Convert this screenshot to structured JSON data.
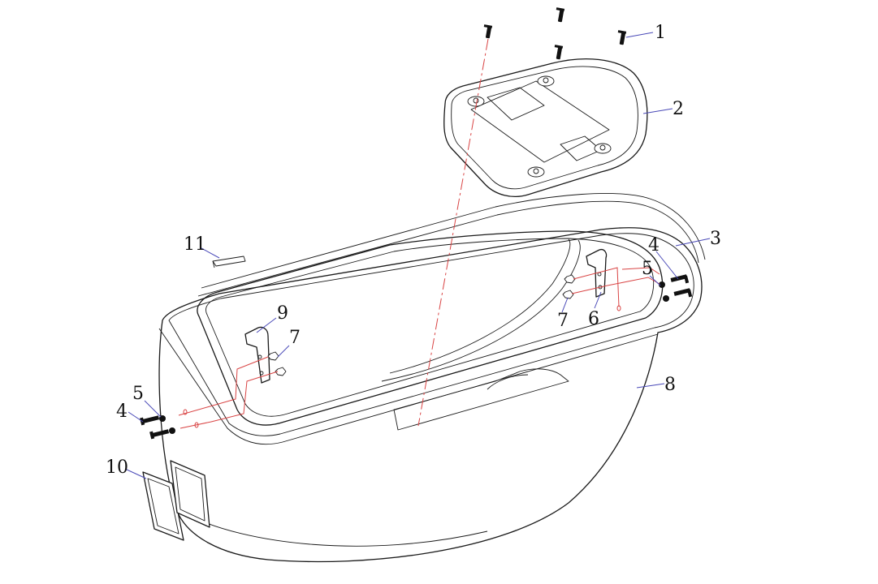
{
  "diagram": {
    "callouts": [
      {
        "id": "c1",
        "label": "1"
      },
      {
        "id": "c2",
        "label": "2"
      },
      {
        "id": "c3",
        "label": "3"
      },
      {
        "id": "c4a",
        "label": "4"
      },
      {
        "id": "c5a",
        "label": "5"
      },
      {
        "id": "c6",
        "label": "6"
      },
      {
        "id": "c7a",
        "label": "7"
      },
      {
        "id": "c8",
        "label": "8"
      },
      {
        "id": "c9",
        "label": "9"
      },
      {
        "id": "c7b",
        "label": "7"
      },
      {
        "id": "c5b",
        "label": "5"
      },
      {
        "id": "c4b",
        "label": "4"
      },
      {
        "id": "c10",
        "label": "10"
      },
      {
        "id": "c11",
        "label": "11"
      }
    ]
  }
}
